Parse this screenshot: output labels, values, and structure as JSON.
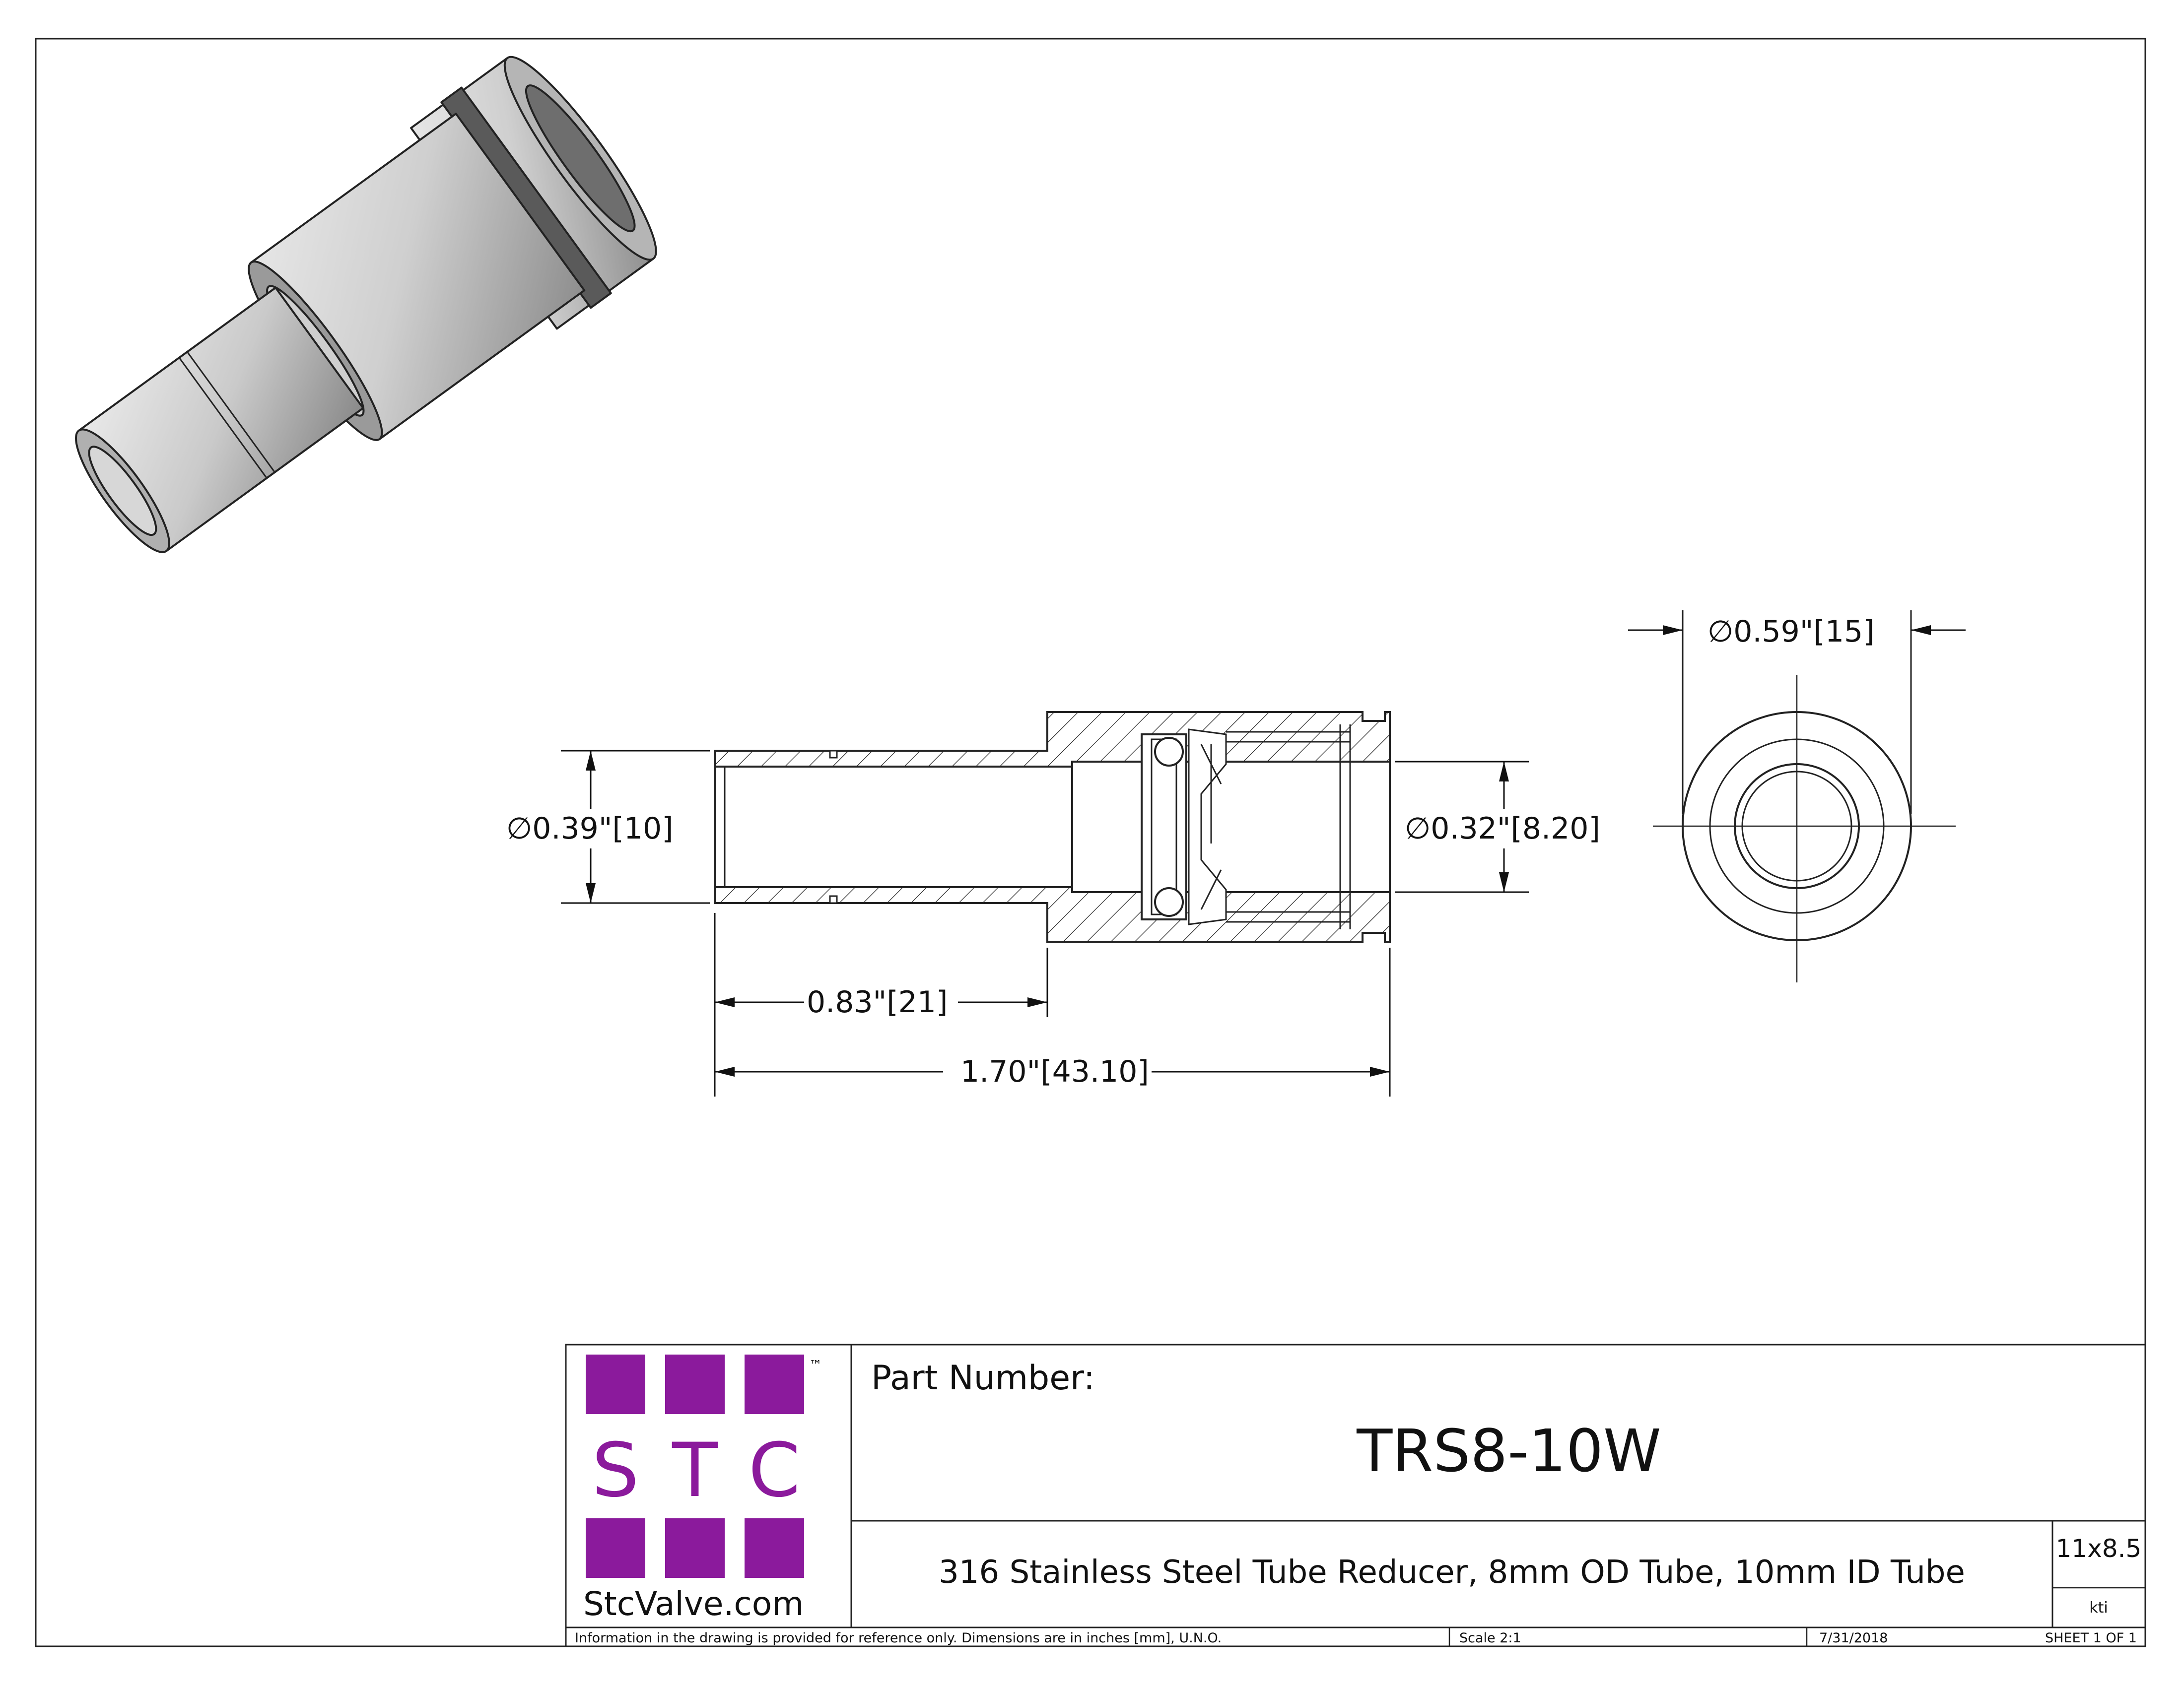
{
  "logo": {
    "letters": [
      "S",
      "T",
      "C"
    ],
    "tm": "™",
    "site": "StcValve.com",
    "accent": "#8b1a9c"
  },
  "dimensions": {
    "outer_dia": "∅0.59\"[15]",
    "left_dia": "∅0.39\"[10]",
    "right_dia": "∅0.32\"[8.20]",
    "short_len": "0.83\"[21]",
    "total_len": "1.70\"[43.10]"
  },
  "title_block": {
    "part_number_label": "Part Number:",
    "part_number": "TRS8-10W",
    "description": "316 Stainless Steel Tube Reducer, 8mm OD Tube, 10mm ID Tube",
    "size": "11x8.5",
    "drawn_by": "kti",
    "note": "Information in the drawing is provided for reference only. Dimensions are in inches [mm], U.N.O.",
    "scale": "Scale   2:1",
    "date": "7/31/2018",
    "sheet": "SHEET 1 OF 1"
  }
}
